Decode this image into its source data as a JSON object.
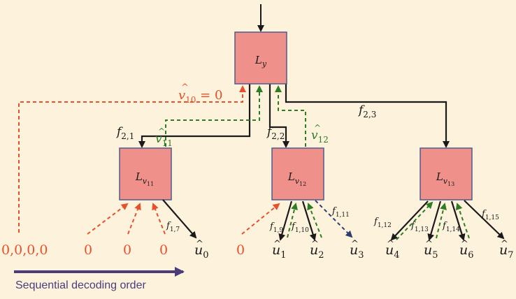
{
  "colors": {
    "background": "#fdf3dd",
    "box_fill": "#f0908a",
    "box_stroke": "#4f5a8a",
    "black": "#1a1a1a",
    "orange": "#e8502c",
    "green": "#2f7d23",
    "blue_dashed": "#2c3f70",
    "order_arrow": "#4a3d7a",
    "order_text": "#4a3d7a"
  },
  "nodes": {
    "root": {
      "main": "L",
      "sub": "y"
    },
    "v11": {
      "main": "L",
      "sub": "v",
      "subsub": "11"
    },
    "v12": {
      "main": "L",
      "sub": "v",
      "subsub": "12"
    },
    "v13": {
      "main": "L",
      "sub": "v",
      "subsub": "13"
    }
  },
  "edge_labels": {
    "f21": {
      "main": "f",
      "sub": "2,1"
    },
    "f22": {
      "main": "f",
      "sub": "2,2"
    },
    "f23": {
      "main": "f",
      "sub": "2,3"
    },
    "f17": {
      "main": "f",
      "sub": "1,7"
    },
    "f19": {
      "main": "f",
      "sub": "1,9"
    },
    "f110": {
      "main": "f",
      "sub": "1,10"
    },
    "f111": {
      "main": "f",
      "sub": "1,11"
    },
    "f112": {
      "main": "f",
      "sub": "1,12"
    },
    "f113": {
      "main": "f",
      "sub": "1,13"
    },
    "f114": {
      "main": "f",
      "sub": "1,14"
    },
    "f115": {
      "main": "f",
      "sub": "1,15"
    }
  },
  "message_labels": {
    "v10": {
      "main": "v",
      "sub": "10",
      "eq": " = 0"
    },
    "v11": {
      "main": "v",
      "sub": "11"
    },
    "v12": {
      "main": "v",
      "sub": "12"
    }
  },
  "inputs": {
    "frozen_block": "0,0,0,0",
    "zero_a": "0",
    "zero_b": "0",
    "zero_c": "0",
    "zero_d": "0"
  },
  "outputs": [
    {
      "main": "u",
      "sub": "0"
    },
    {
      "main": "u",
      "sub": "1"
    },
    {
      "main": "u",
      "sub": "2"
    },
    {
      "main": "u",
      "sub": "3"
    },
    {
      "main": "u",
      "sub": "4"
    },
    {
      "main": "u",
      "sub": "5"
    },
    {
      "main": "u",
      "sub": "6"
    },
    {
      "main": "u",
      "sub": "7"
    }
  ],
  "order_label": "Sequential decoding order"
}
